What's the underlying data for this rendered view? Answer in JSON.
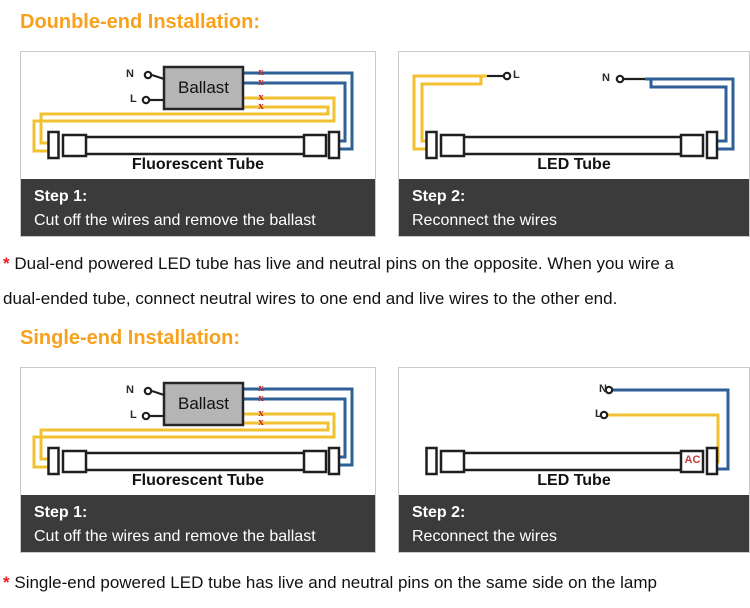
{
  "colors": {
    "heading_orange": "#f7a11d",
    "wire_yellow": "#f0c131",
    "wire_blue": "#2e5f96",
    "cut_red": "#cf2b2b",
    "footer_dark": "#3b3b3b",
    "ballast_gray": "#b5b5b5"
  },
  "sections": [
    {
      "heading": "Dounble-end Installation:",
      "step1": {
        "title": "Step 1:",
        "desc": "Cut off the wires and remove the ballast"
      },
      "step2": {
        "title": "Step 2:",
        "desc": "Reconnect the wires"
      },
      "fluorescent": {
        "label": "Fluorescent Tube",
        "ballast": "Ballast",
        "neutral": "N",
        "live": "L",
        "cut_mark": "x"
      },
      "led": {
        "label": "LED Tube",
        "neutral": "N",
        "live": "L"
      },
      "note": {
        "marker": "*",
        "lines": [
          "Dual-end powered LED tube has live and neutral pins on the opposite. When you wire a",
          "dual-ended tube, connect neutral wires to one end and live wires to the other end."
        ]
      }
    },
    {
      "heading": "Single-end Installation:",
      "step1": {
        "title": "Step 1:",
        "desc": "Cut off the wires and remove the ballast"
      },
      "step2": {
        "title": "Step 2:",
        "desc": "Reconnect the wires"
      },
      "fluorescent": {
        "label": "Fluorescent Tube",
        "ballast": "Ballast",
        "neutral": "N",
        "live": "L",
        "cut_mark": "x"
      },
      "led": {
        "label": "LED Tube",
        "neutral": "N",
        "live": "L",
        "ac": "AC"
      },
      "note": {
        "marker": "*",
        "lines": [
          "Single-end powered LED tube has live and neutral pins on the same side on the lamp"
        ]
      }
    }
  ]
}
